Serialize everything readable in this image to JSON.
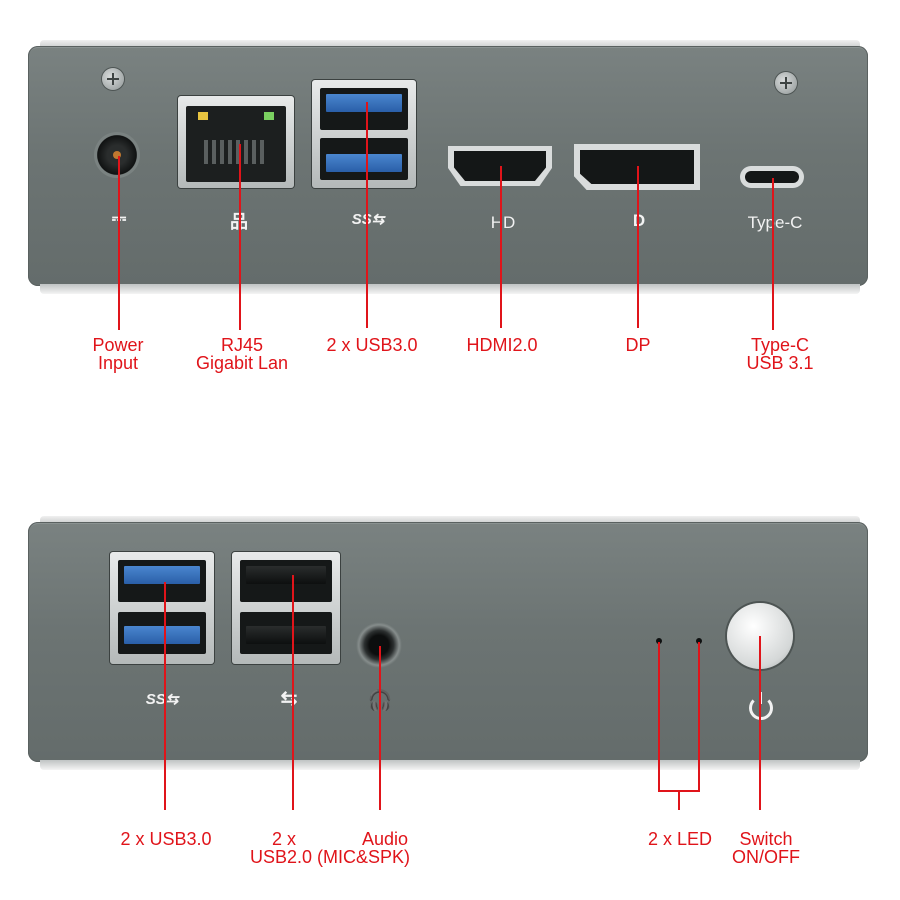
{
  "top_panel": {
    "port_icons": {
      "power": "⎓",
      "lan": "品",
      "usb3": "SS⇆",
      "hdmi": "HD",
      "dp": "D",
      "typec": "Type-C"
    },
    "labels": [
      {
        "line1": "Power",
        "line2": "Input"
      },
      {
        "line1": "RJ45",
        "line2": "Gigabit Lan"
      },
      {
        "line1": "2 x USB3.0",
        "line2": ""
      },
      {
        "line1": "HDMI2.0",
        "line2": ""
      },
      {
        "line1": "DP",
        "line2": ""
      },
      {
        "line1": "Type-C",
        "line2": "USB 3.1"
      }
    ]
  },
  "bottom_panel": {
    "port_icons": {
      "usb3": "SS⇆",
      "usb2": "⇆",
      "audio": "🎧"
    },
    "labels": [
      {
        "line1": "2 x USB3.0",
        "line2": ""
      },
      {
        "line1": "2 x",
        "line2": "USB2.0 (MIC&SPK)"
      },
      {
        "line1": "Audio",
        "line2": ""
      },
      {
        "line1": "2 x LED",
        "line2": ""
      },
      {
        "line1": "Switch",
        "line2": "ON/OFF"
      }
    ]
  },
  "colors": {
    "callout_red": "#e0141a",
    "chassis_gray": "#6c7473",
    "usb3_blue": "#3a74c0"
  }
}
